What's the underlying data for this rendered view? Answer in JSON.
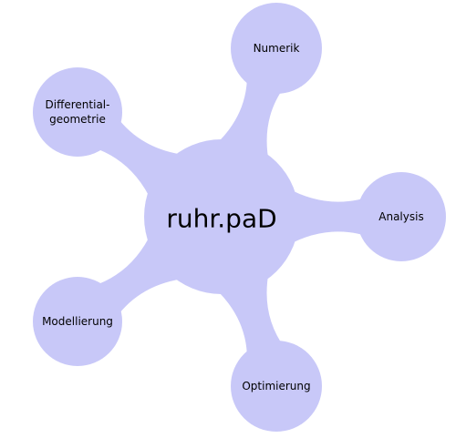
{
  "colors": {
    "node_fill": "#c8c8f8",
    "text": "#000000",
    "background": "#ffffff"
  },
  "center": {
    "label": "ruhr.paD"
  },
  "children": [
    {
      "id": "numerik",
      "lines": [
        "Numerik"
      ]
    },
    {
      "id": "analysis",
      "lines": [
        "Analysis"
      ]
    },
    {
      "id": "optimierung",
      "lines": [
        "Optimierung"
      ]
    },
    {
      "id": "modellierung",
      "lines": [
        "Modellierung"
      ]
    },
    {
      "id": "differentialgeometrie",
      "lines": [
        "Differential-",
        "geometrie"
      ]
    }
  ]
}
